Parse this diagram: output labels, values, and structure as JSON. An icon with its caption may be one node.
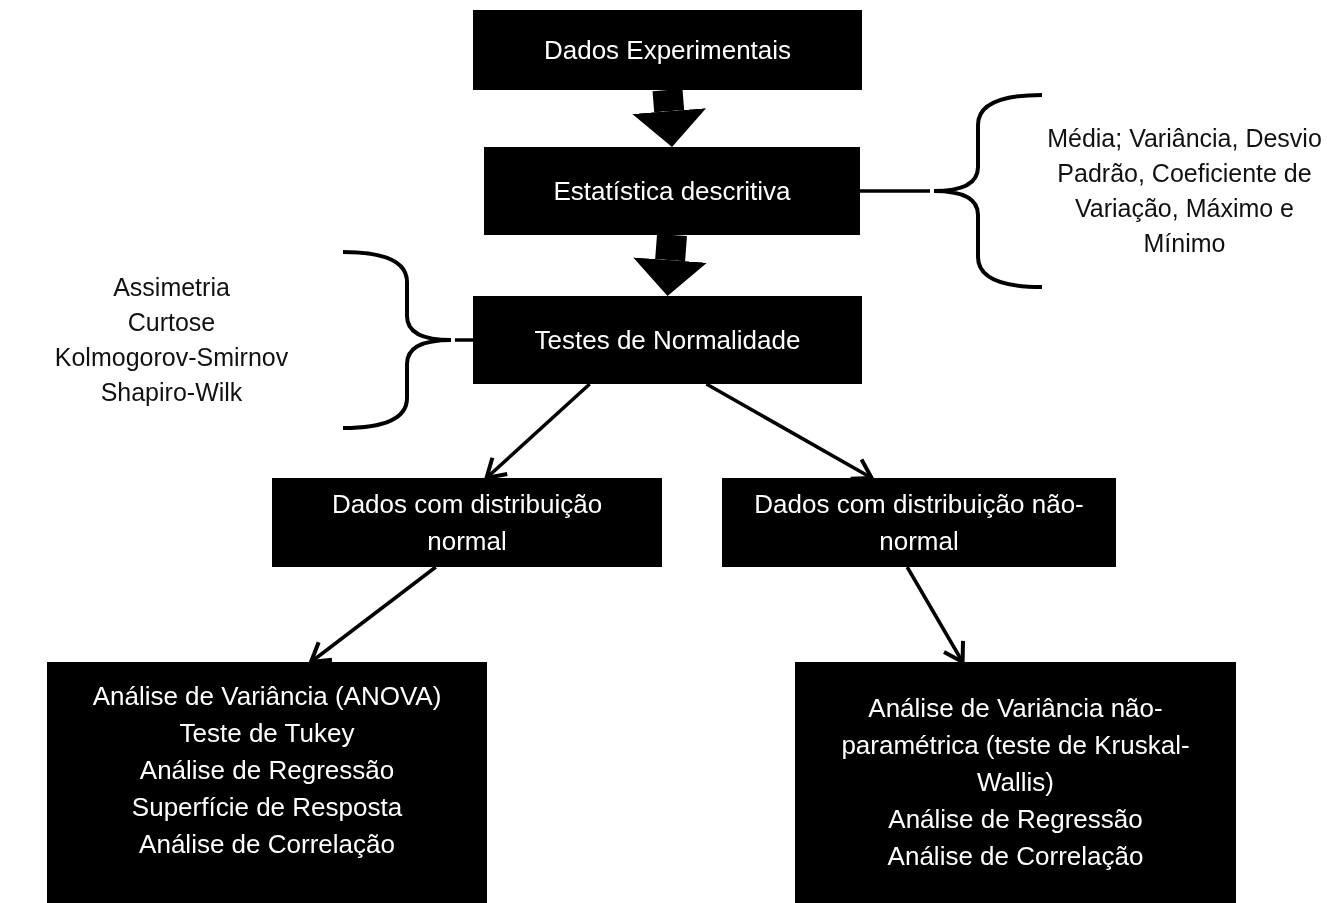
{
  "diagram": {
    "nodes": [
      {
        "text": [
          "Dados Experimentais"
        ]
      },
      {
        "text": [
          "Estatística descritiva"
        ]
      },
      {
        "text": [
          "Testes de Normalidade"
        ]
      },
      {
        "text": [
          "Dados com distribuição normal"
        ]
      },
      {
        "text": [
          "Dados com distribuição não-normal"
        ]
      },
      {
        "text": [
          "Análise de Variância (ANOVA)",
          "Teste de Tukey",
          "Análise de Regressão",
          "Superfície de Resposta",
          "Análise de Correlação"
        ]
      },
      {
        "text": [
          "Análise de Variância não-paramétrica (teste de Kruskal-Wallis)",
          "Análise de Regressão",
          "Análise de Correlação"
        ]
      },
      {
        "text": [
          "Média; Variância, Desvio Padrão, Coeficiente de Variação, Máximo e Mínimo"
        ]
      },
      {
        "text": [
          "Assimetria",
          "Curtose",
          "Kolmogorov-Smirnov",
          "Shapiro-Wilk"
        ]
      }
    ],
    "edges": [
      {
        "from": 0,
        "to": 1,
        "arrow": "to",
        "style": "thick"
      },
      {
        "from": 1,
        "to": 2,
        "arrow": "to",
        "style": "thick"
      },
      {
        "from": 1,
        "to": 7,
        "arrow": "none"
      },
      {
        "from": 8,
        "to": 2,
        "arrow": "none"
      },
      {
        "from": 2,
        "to": 3,
        "arrow": "to"
      },
      {
        "from": 2,
        "to": 4,
        "arrow": "to"
      },
      {
        "from": 3,
        "to": 5,
        "arrow": "to"
      },
      {
        "from": 4,
        "to": 6,
        "arrow": "to"
      }
    ]
  }
}
